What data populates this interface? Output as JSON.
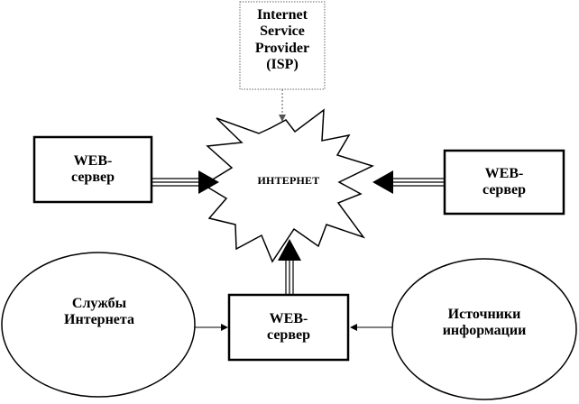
{
  "isp": {
    "lines": [
      "Internet",
      "Service",
      "Provider",
      "(ISP)"
    ]
  },
  "center": {
    "label": "ИНТЕРНЕТ"
  },
  "web_left": {
    "lines": [
      "WEB-",
      "сервер"
    ]
  },
  "web_right": {
    "lines": [
      "WEB-",
      "сервер"
    ]
  },
  "web_bottom": {
    "lines": [
      "WEB-",
      "сервер"
    ]
  },
  "services": {
    "lines": [
      "Службы",
      "Интернета"
    ]
  },
  "sources": {
    "lines": [
      "Источники",
      "информации"
    ]
  }
}
